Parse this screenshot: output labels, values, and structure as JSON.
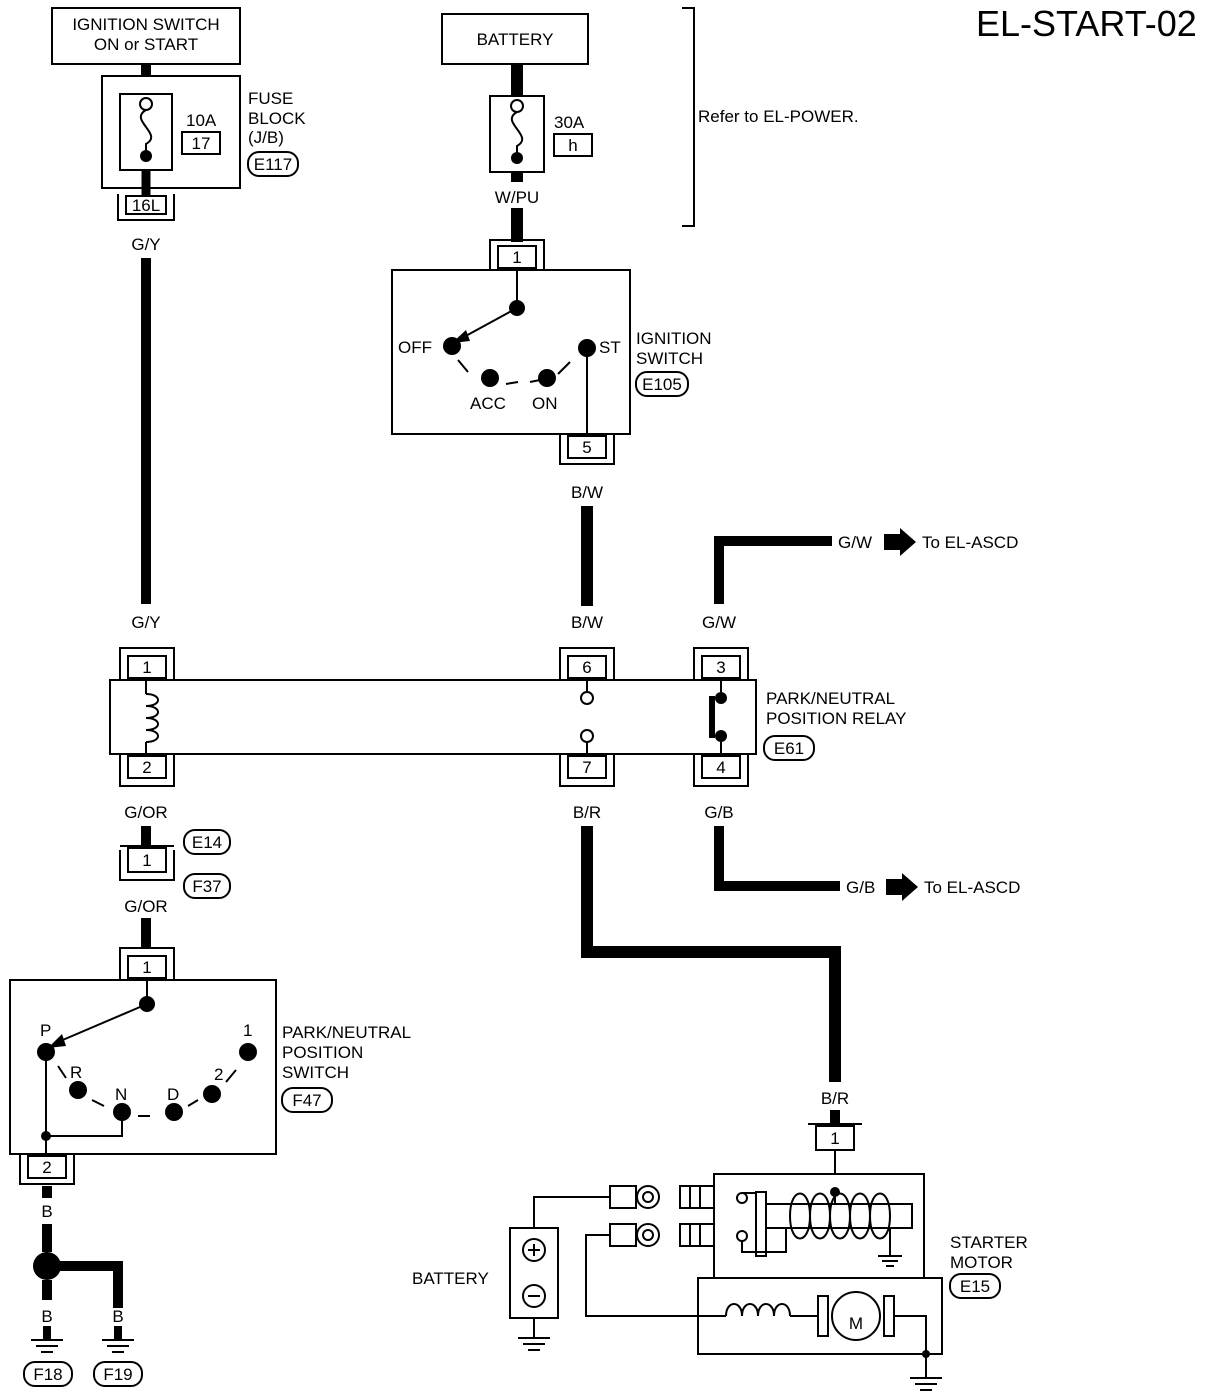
{
  "page_code": "EL-START-02",
  "ignition_source": {
    "line1": "IGNITION SWITCH",
    "line2": "ON or START"
  },
  "battery_top": {
    "label": "BATTERY",
    "fuse": "30A",
    "fuse_id": "h",
    "wire": "W/PU",
    "ref_note": "Refer to EL-POWER."
  },
  "fuse_block": {
    "line1": "FUSE",
    "line2": "BLOCK",
    "line3": "(J/B)",
    "fuse": "10A",
    "fuse_id": "17",
    "connector": "E117",
    "terminal": "16L",
    "wire": "G/Y"
  },
  "ignition_switch": {
    "line1": "IGNITION",
    "line2": "SWITCH",
    "connector": "E105",
    "terminal_in": "1",
    "terminal_out": "5",
    "positions": {
      "off": "OFF",
      "acc": "ACC",
      "on": "ON",
      "st": "ST"
    },
    "wire_out": "B/W"
  },
  "pn_relay": {
    "line1": "PARK/NEUTRAL",
    "line2": "POSITION RELAY",
    "connector": "E61",
    "terminals": {
      "t1": "1",
      "t2": "2",
      "t3": "3",
      "t4": "4",
      "t6": "6",
      "t7": "7"
    },
    "wires": {
      "in_coil": "G/Y",
      "in_contact": "B/W",
      "in_ascd": "G/W",
      "out_coil": "G/OR",
      "out_contact": "B/R",
      "out_ascd": "G/B"
    }
  },
  "ascd_links": [
    {
      "wire": "G/W",
      "label": "To EL-ASCD"
    },
    {
      "wire": "G/B",
      "label": "To EL-ASCD"
    }
  ],
  "joint": {
    "top_connector": "E14",
    "bottom_connector": "F37",
    "terminal": "1",
    "wire_out": "G/OR"
  },
  "pn_switch": {
    "line1": "PARK/NEUTRAL",
    "line2": "POSITION",
    "line3": "SWITCH",
    "connector": "F47",
    "terminal_in": "1",
    "terminal_out": "2",
    "positions": {
      "p": "P",
      "r": "R",
      "n": "N",
      "d": "D",
      "two": "2",
      "one": "1"
    },
    "wire_out": "B"
  },
  "grounds": [
    {
      "wire": "B",
      "connector": "F18"
    },
    {
      "wire": "B",
      "connector": "F19"
    }
  ],
  "starter": {
    "line1": "STARTER",
    "line2": "MOTOR",
    "connector": "E15",
    "terminal": "1",
    "wire": "B/R",
    "motor_symbol": "M",
    "battery_label": "BATTERY"
  }
}
